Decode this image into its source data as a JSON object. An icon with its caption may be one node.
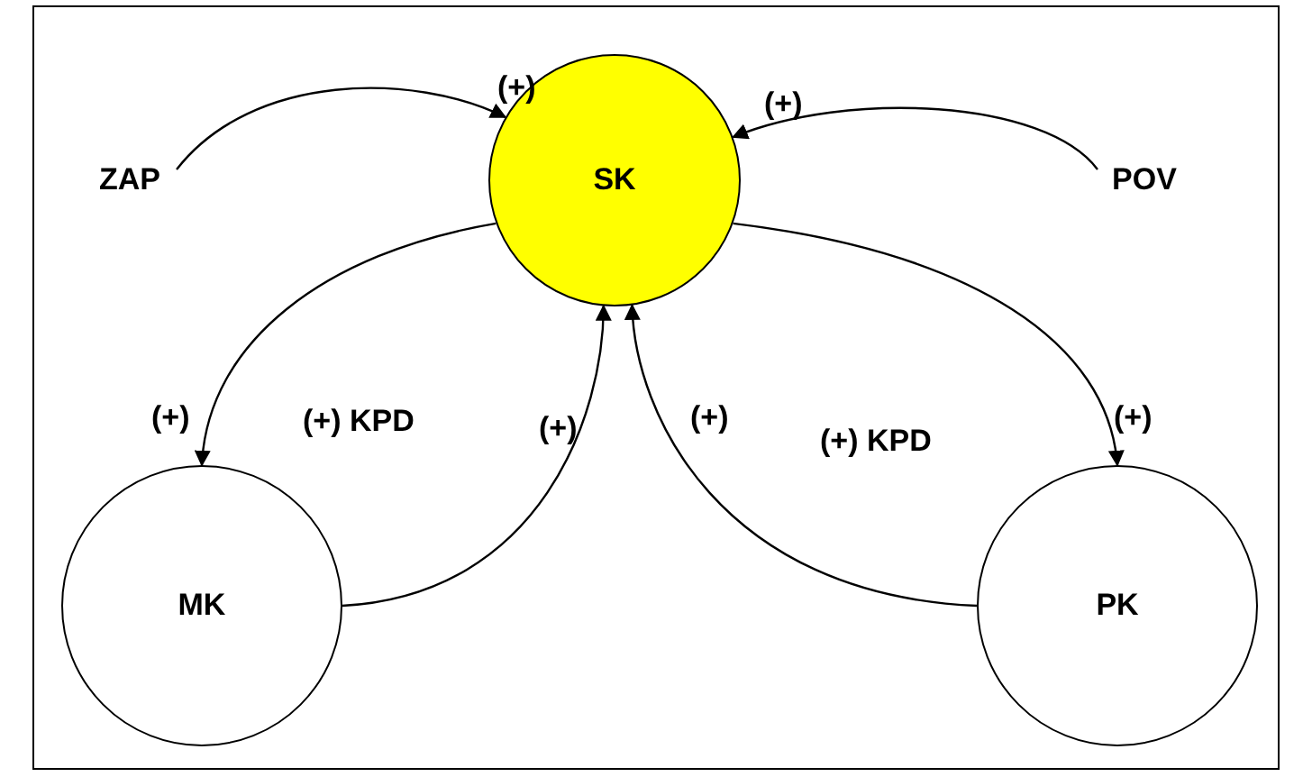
{
  "diagram": {
    "nodes": [
      {
        "text": [
          "ZAP"
        ]
      },
      {
        "text": [
          "POV"
        ]
      },
      {
        "text": [
          "SK"
        ]
      },
      {
        "text": [
          "MK"
        ]
      },
      {
        "text": [
          "PK"
        ]
      }
    ],
    "edges": [
      {
        "from": 0,
        "to": 2,
        "arrow": "to",
        "label": "(+)"
      },
      {
        "from": 1,
        "to": 2,
        "arrow": "to",
        "label": "(+)"
      },
      {
        "from": 2,
        "to": 3,
        "arrow": "to",
        "label": "(+)"
      },
      {
        "from": 2,
        "to": 4,
        "arrow": "to",
        "label": "(+)"
      },
      {
        "from": 3,
        "to": 2,
        "arrow": "to",
        "label": "(+)"
      },
      {
        "from": 4,
        "to": 2,
        "arrow": "to",
        "label": "(+)"
      }
    ],
    "labels": [
      "(+) KPD",
      "(+) KPD"
    ]
  }
}
